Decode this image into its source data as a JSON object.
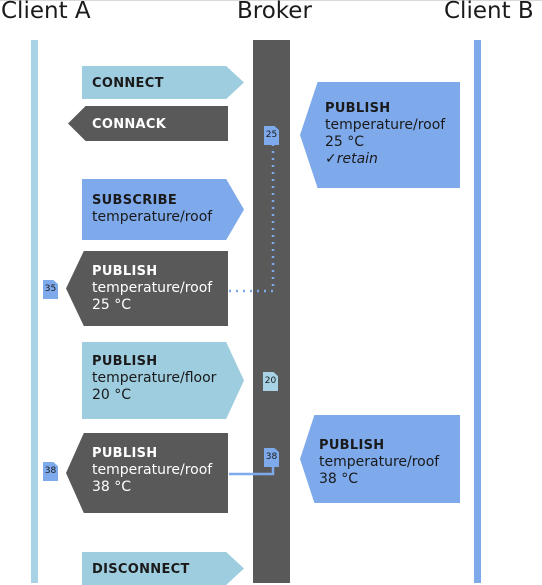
{
  "headers": {
    "client_a": "Client A",
    "broker": "Broker",
    "client_b": "Client B"
  },
  "colors": {
    "lifeline_a": "#a8d3e6",
    "lifeline_b": "#7eaaec",
    "broker": "#595959",
    "light_blue": "#9fcde0",
    "mid_blue": "#7eaaec",
    "dark_gray": "#595959"
  },
  "messages": {
    "connect": {
      "type": "CONNECT"
    },
    "connack": {
      "type": "CONNACK"
    },
    "subscribe": {
      "type": "SUBSCRIBE",
      "topic": "temperature/roof"
    },
    "publish_a1": {
      "type": "PUBLISH",
      "topic": "temperature/roof",
      "value": "25 °C"
    },
    "publish_a2": {
      "type": "PUBLISH",
      "topic": "temperature/floor",
      "value": "20 °C"
    },
    "publish_a3": {
      "type": "PUBLISH",
      "topic": "temperature/roof",
      "value": "38 °C"
    },
    "disconnect": {
      "type": "DISCONNECT"
    },
    "publish_b1": {
      "type": "PUBLISH",
      "topic": "temperature/roof",
      "value": "25 °C",
      "flag": "✓retain"
    },
    "publish_b2": {
      "type": "PUBLISH",
      "topic": "temperature/roof",
      "value": "38 °C"
    }
  },
  "badges": {
    "b25": "25",
    "b35": "35",
    "b20": "20",
    "b38_broker": "38",
    "b38_client": "38"
  }
}
